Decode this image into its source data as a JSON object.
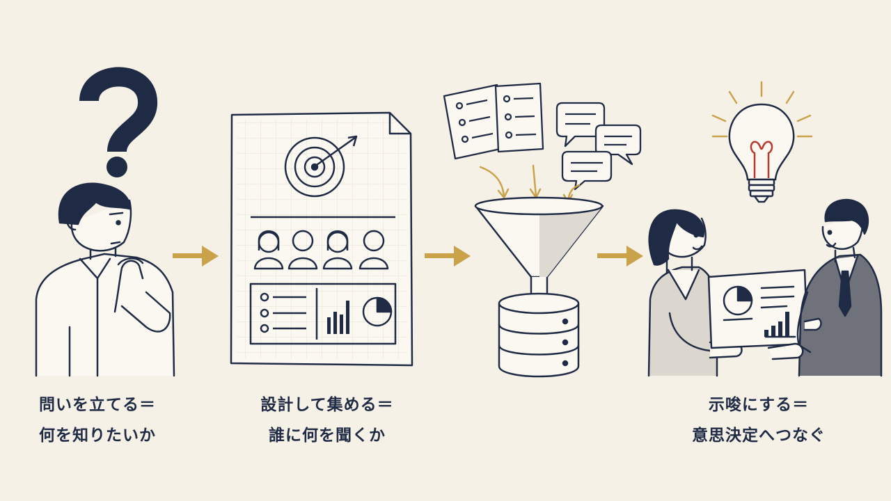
{
  "steps": [
    {
      "id": "question",
      "line1": "問いを立てる＝",
      "line2": "何を知りたいか"
    },
    {
      "id": "design",
      "line1": "設計して集める＝",
      "line2": "誰に何を聞くか"
    },
    {
      "id": "collect",
      "line1": "",
      "line2": ""
    },
    {
      "id": "insight",
      "line1": "示唆にする＝",
      "line2": "意思決定へつなぐ"
    }
  ],
  "icons": [
    "question-mark-icon",
    "thinking-person-icon",
    "arrow-right-icon",
    "survey-document-icon",
    "target-icon",
    "respondent-icon",
    "bar-chart-icon",
    "pie-chart-icon",
    "questionnaire-icon",
    "speech-bubble-icon",
    "funnel-icon",
    "database-icon",
    "light-bulb-icon",
    "presenting-people-icon"
  ],
  "colors": {
    "background": "#f6f1e7",
    "ink": "#1f2a44",
    "arrow": "#c9a24a",
    "bulb_filament": "#b5392c",
    "suit_gray": "#6f727a"
  }
}
